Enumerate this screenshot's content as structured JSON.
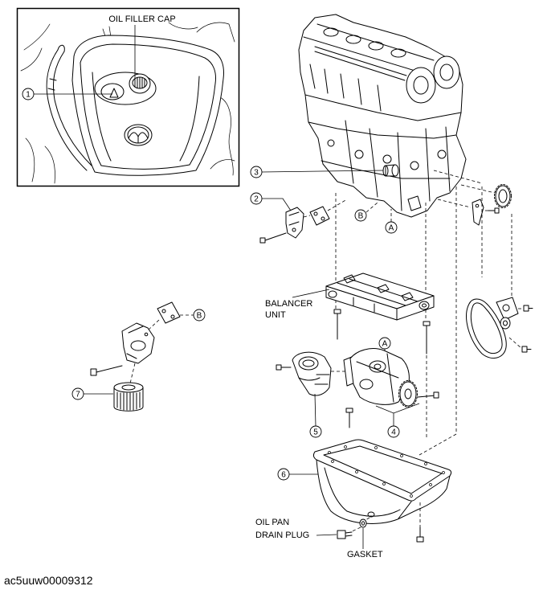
{
  "inset": {
    "oil_filler_cap_label": "OIL FILLER CAP",
    "callout": "1"
  },
  "callouts": {
    "part_2": "2",
    "part_3": "3",
    "part_4": "4",
    "part_5": "5",
    "part_6": "6",
    "part_7": "7"
  },
  "reference_marks": {
    "block_b": "B",
    "block_a": "A",
    "bracket_b": "B",
    "pump_a": "A"
  },
  "labels": {
    "balancer_unit": [
      "BALANCER",
      "UNIT"
    ],
    "oil_pan_drain_plug": [
      "OIL PAN",
      "DRAIN PLUG"
    ],
    "gasket": "GASKET"
  },
  "figure_id": "ac5uuw00009312"
}
